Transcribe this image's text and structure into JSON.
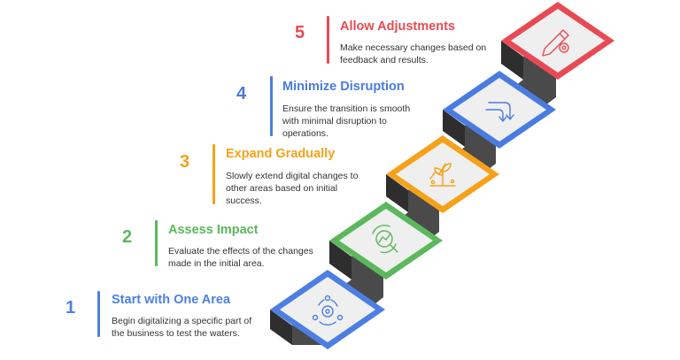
{
  "colors": {
    "red": "#e84a55",
    "blue": "#4a7be0",
    "orange": "#f5a21a",
    "green": "#5cb85c",
    "blue_light": "#4d7fe3",
    "dark_step": "#2f2f2f",
    "gray_side": "#4a4a4a",
    "face": "#efefef"
  },
  "steps": [
    {
      "number": "1",
      "title": "Start with One Area",
      "desc_lines": [
        "Begin digitalizing a specific part of",
        "the business to test the waters."
      ],
      "color": "#4d7fe3",
      "icon": "team-gear-icon"
    },
    {
      "number": "2",
      "title": "Assess Impact",
      "desc_lines": [
        "Evaluate the effects of the changes",
        "made in the initial area."
      ],
      "color": "#5cb85c",
      "icon": "magnifier-analysis-icon"
    },
    {
      "number": "3",
      "title": "Expand Gradually",
      "desc_lines": [
        "Slowly extend digital changes to",
        "other areas based on initial",
        "success."
      ],
      "color": "#f5a21a",
      "icon": "growth-plant-icon"
    },
    {
      "number": "4",
      "title": "Minimize Disruption",
      "desc_lines": [
        "Ensure the transition is smooth",
        "with minimal disruption to",
        "operations."
      ],
      "color": "#4a7be0",
      "icon": "smooth-arrows-icon"
    },
    {
      "number": "5",
      "title": "Allow Adjustments",
      "desc_lines": [
        "Make necessary changes based on",
        "feedback and results."
      ],
      "color": "#e84a55",
      "icon": "pencil-gear-icon"
    }
  ]
}
